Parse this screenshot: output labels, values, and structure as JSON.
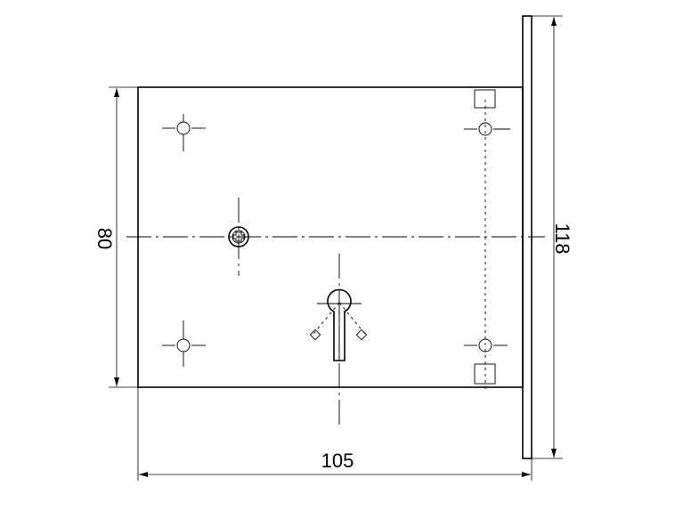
{
  "dimensions": {
    "width_label": "105",
    "height_label": "80",
    "plate_length_label": "118"
  },
  "colors": {
    "line": "#000000",
    "background": "#ffffff"
  }
}
